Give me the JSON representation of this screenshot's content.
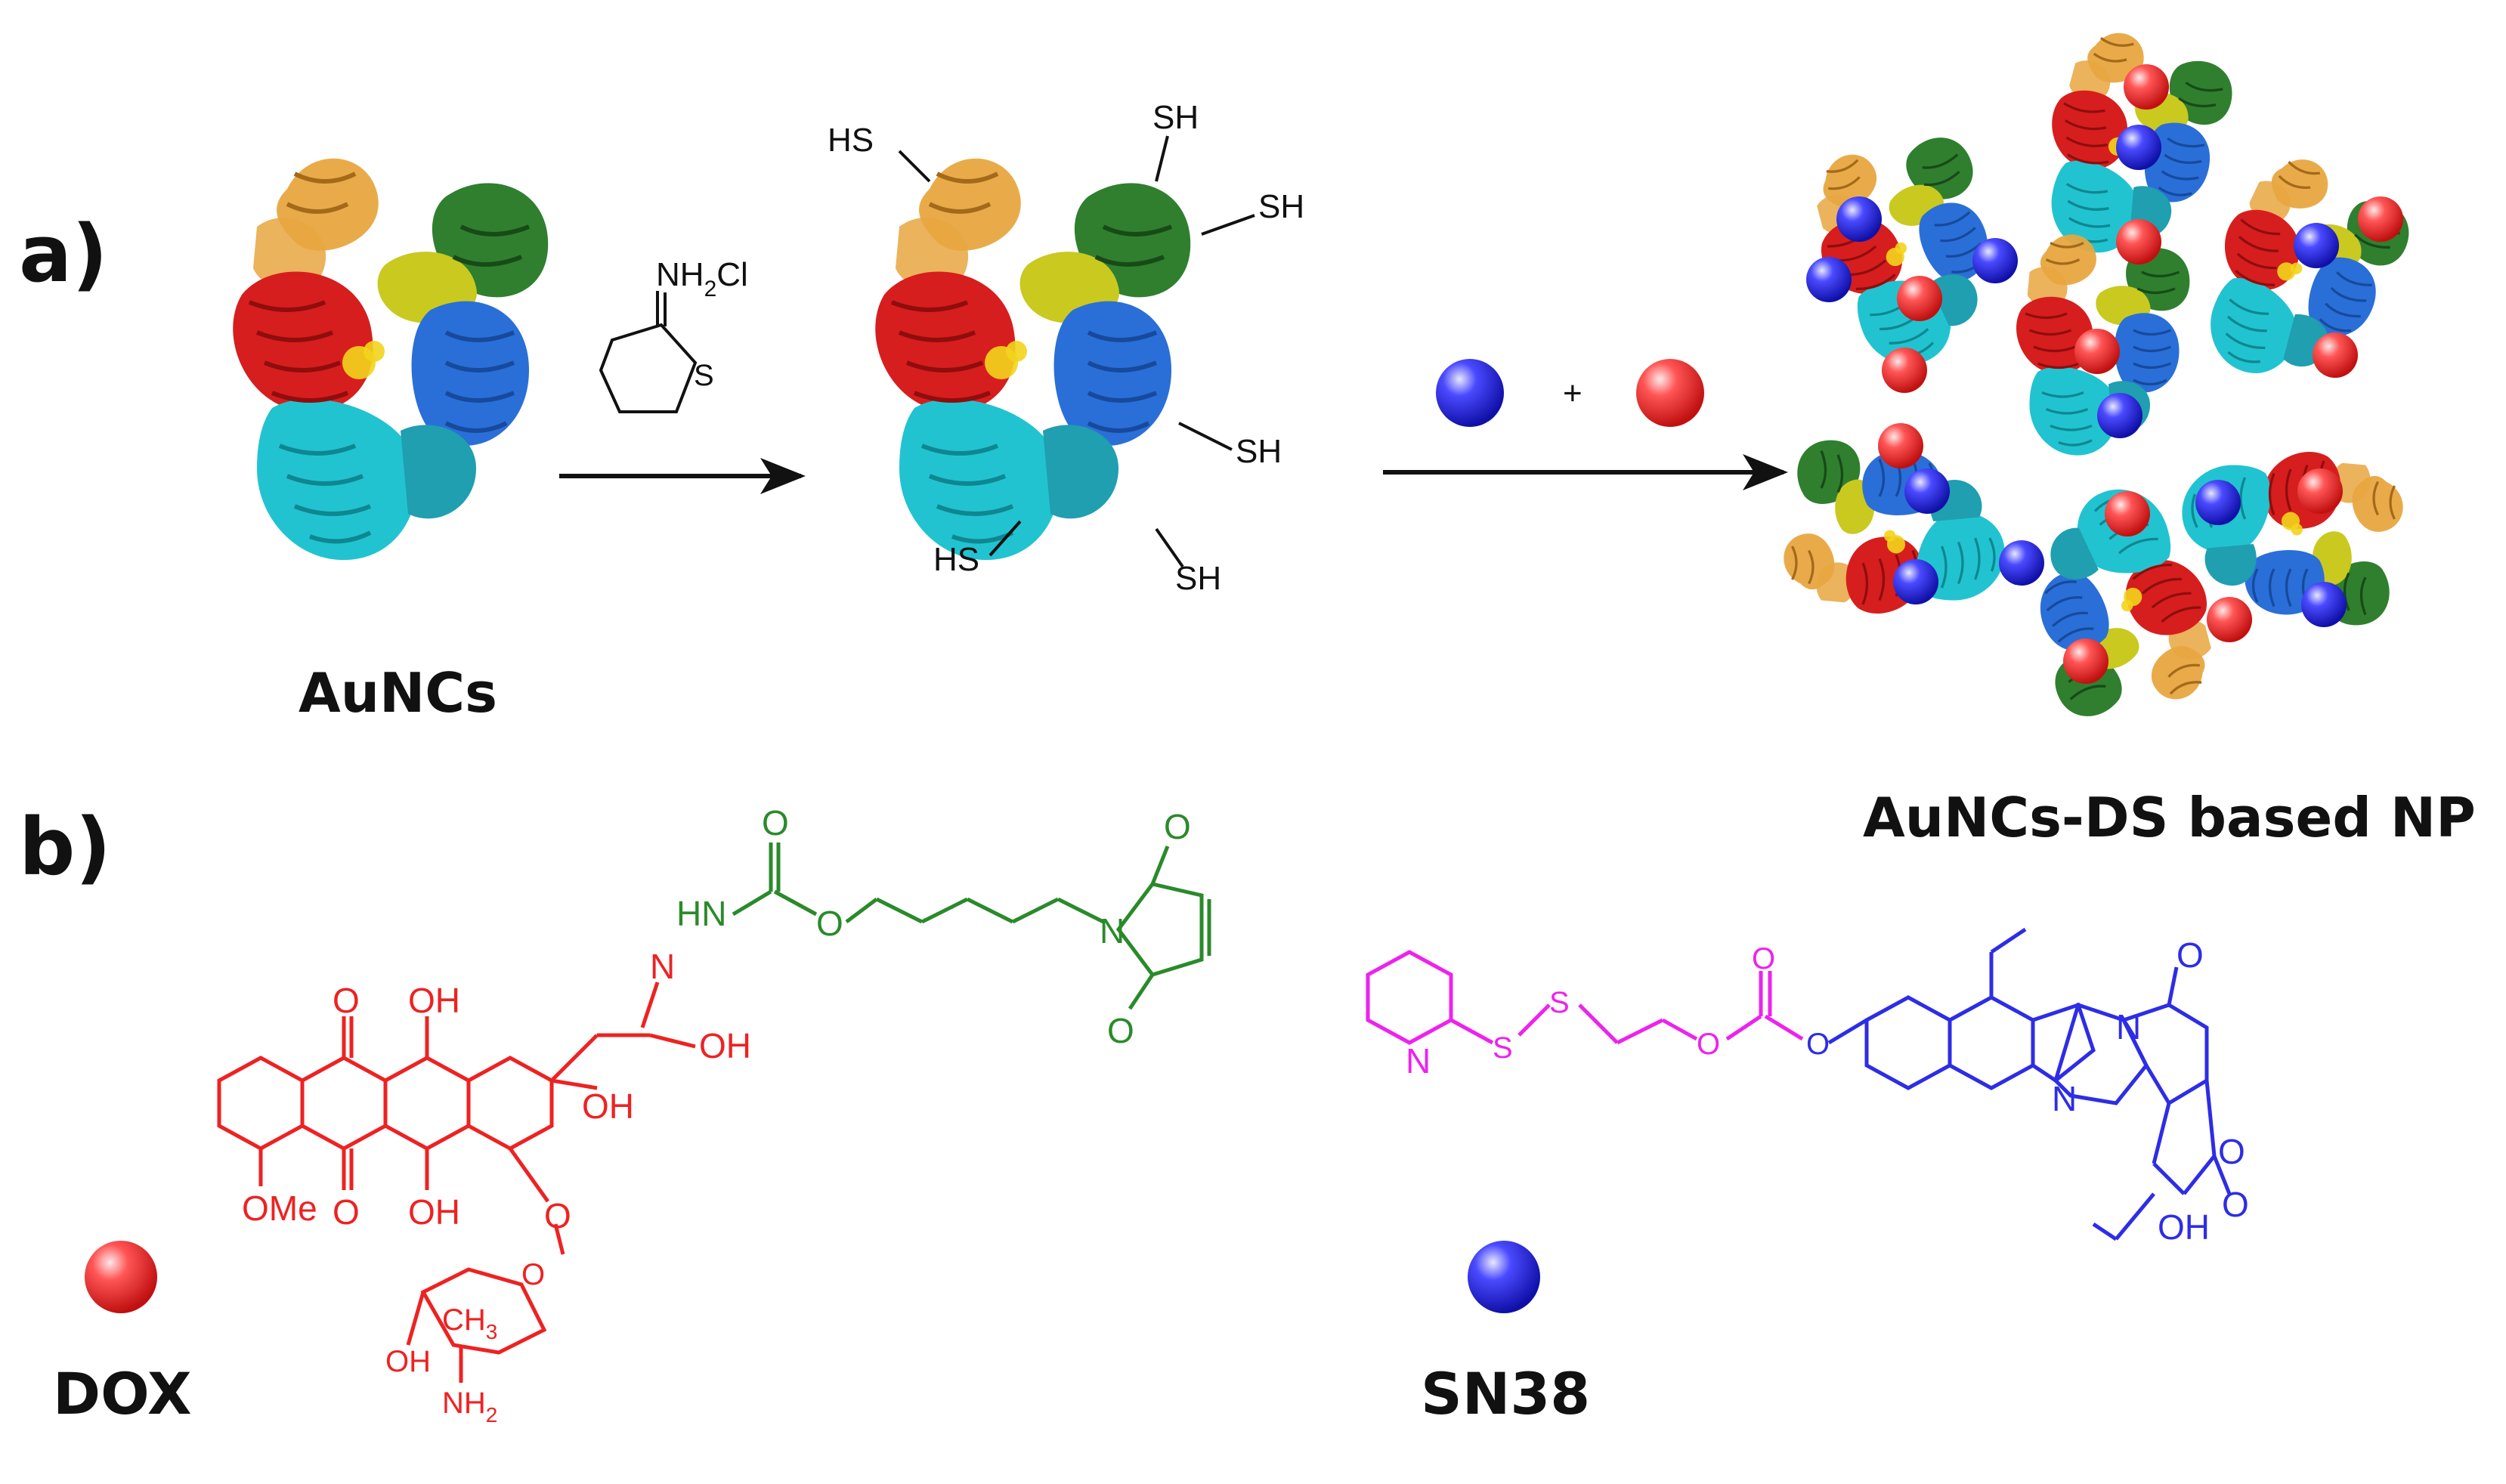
{
  "panels": {
    "a": {
      "label": "a)",
      "reactant_caption": "AuNCs",
      "product_caption": "AuNCs-DS based NP",
      "reagent": {
        "top": "NH",
        "sub": "2",
        "tail": "Cl",
        "ring_atom": "S"
      },
      "thiol": "SH",
      "thiol_rev": "HS",
      "plus": "+"
    },
    "b": {
      "label": "b)",
      "dox_caption": "DOX",
      "sn38_caption": "SN38",
      "atoms": {
        "O": "O",
        "OH": "OH",
        "OMe": "OMe",
        "N": "N",
        "S": "S",
        "NH2_main": "NH",
        "NH2_sub": "2",
        "CH3_main": "CH",
        "CH3_sub": "3",
        "HN": "HN",
        "NH": "N"
      }
    }
  },
  "colors": {
    "dox": "#ee2222",
    "linker_dox": "#2a8a2a",
    "sn38": "#2d2de6",
    "linker_sn38": "#ee22ee",
    "arrow": "#111111",
    "sphere_red": "#ff2a2a",
    "sphere_blue": "#3030ff",
    "protein_orange": "#e8a640",
    "protein_red": "#d61e1e",
    "protein_yellow": "#c9c920",
    "protein_green": "#2f7f2f",
    "protein_blue": "#2a6fd8",
    "protein_cyan": "#22c3d0"
  }
}
